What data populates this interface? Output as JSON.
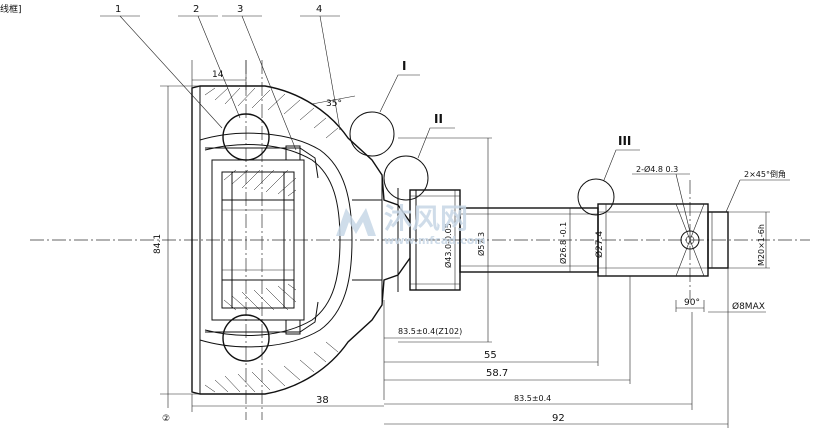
{
  "header": {
    "corner_label": "线框]"
  },
  "callouts": {
    "c1": "1",
    "c2": "2",
    "c3": "3",
    "c4": "4",
    "detail_I": "I",
    "detail_II": "II",
    "detail_III": "III",
    "datum": "②"
  },
  "dimensions": {
    "d14": "14",
    "angle35": "35°",
    "dia841": "84.1",
    "dia_shaft": "Ø43.0-0.05",
    "dia573": "Ø57.3",
    "dia_spline": "Ø26.8 -0.1",
    "dia274": "Ø27.4",
    "hole": "2-Ø4.8 0.3",
    "chamfer": "2×45°倒角",
    "thread": "M20×1-6h",
    "angle90": "90°",
    "max8": "Ø8MAX",
    "spline_len": "83.5±0.4(Z102)",
    "d55": "55",
    "d587": "58.7",
    "d38": "38",
    "d835": "83.5±0.4",
    "d92": "92"
  },
  "watermark": {
    "brand": "沐风网",
    "url": "www.mfcad.com"
  }
}
